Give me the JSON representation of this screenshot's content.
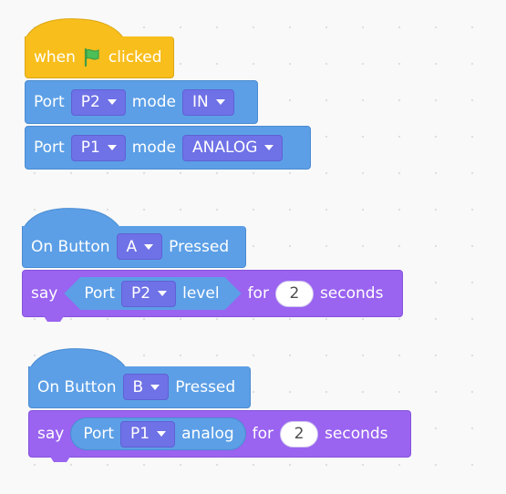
{
  "script1": {
    "hat": {
      "when": "when",
      "clicked": "clicked",
      "icon": "green-flag-icon"
    },
    "block1": {
      "port_label": "Port",
      "port_value": "P2",
      "mode_label": "mode",
      "mode_value": "IN"
    },
    "block2": {
      "port_label": "Port",
      "port_value": "P1",
      "mode_label": "mode",
      "mode_value": "ANALOG"
    }
  },
  "script2": {
    "hat": {
      "prefix": "On Button",
      "button_value": "A",
      "suffix": "Pressed"
    },
    "say": {
      "say_label": "say",
      "reporter": {
        "port_label": "Port",
        "port_value": "P2",
        "type_label": "level"
      },
      "for_label": "for",
      "seconds_value": "2",
      "seconds_label": "seconds"
    }
  },
  "script3": {
    "hat": {
      "prefix": "On Button",
      "button_value": "B",
      "suffix": "Pressed"
    },
    "say": {
      "say_label": "say",
      "reporter": {
        "port_label": "Port",
        "port_value": "P1",
        "type_label": "analog"
      },
      "for_label": "for",
      "seconds_value": "2",
      "seconds_label": "seconds"
    }
  },
  "colors": {
    "events_yellow": "#f8be1b",
    "hardware_blue": "#5c9fe6",
    "looks_purple": "#9a63f0",
    "dropdown_indigo": "#6f71e6",
    "flag_green": "#4cbf56"
  }
}
